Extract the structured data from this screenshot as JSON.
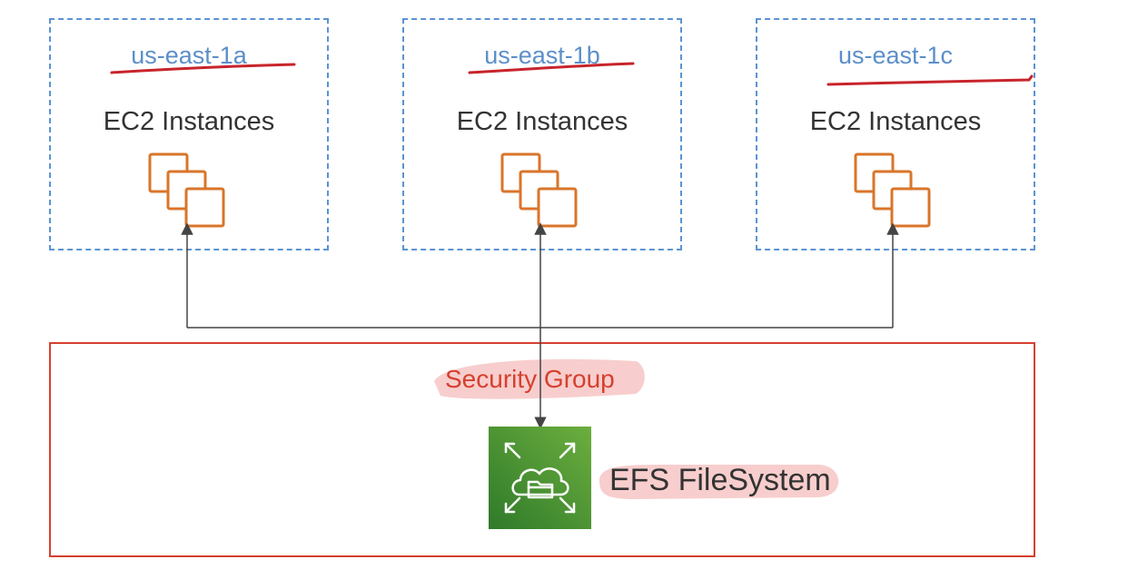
{
  "zones": [
    {
      "label": "us-east-1a",
      "sublabel": "EC2 Instances"
    },
    {
      "label": "us-east-1b",
      "sublabel": "EC2 Instances"
    },
    {
      "label": "us-east-1c",
      "sublabel": "EC2 Instances"
    }
  ],
  "security_group": {
    "label": "Security Group"
  },
  "filesystem": {
    "label": "EFS FileSystem"
  },
  "icons": {
    "instances": "ec2-instances-icon",
    "filesystem": "efs-icon"
  },
  "colors": {
    "zone_border": "#5b93d3",
    "zone_label": "#5b8fc9",
    "underline": "#c8242b",
    "security_group": "#d6402f",
    "highlight": "#f6c9c8",
    "ec2_icon": "#d9752a",
    "efs_icon": "#3f8f2f"
  }
}
